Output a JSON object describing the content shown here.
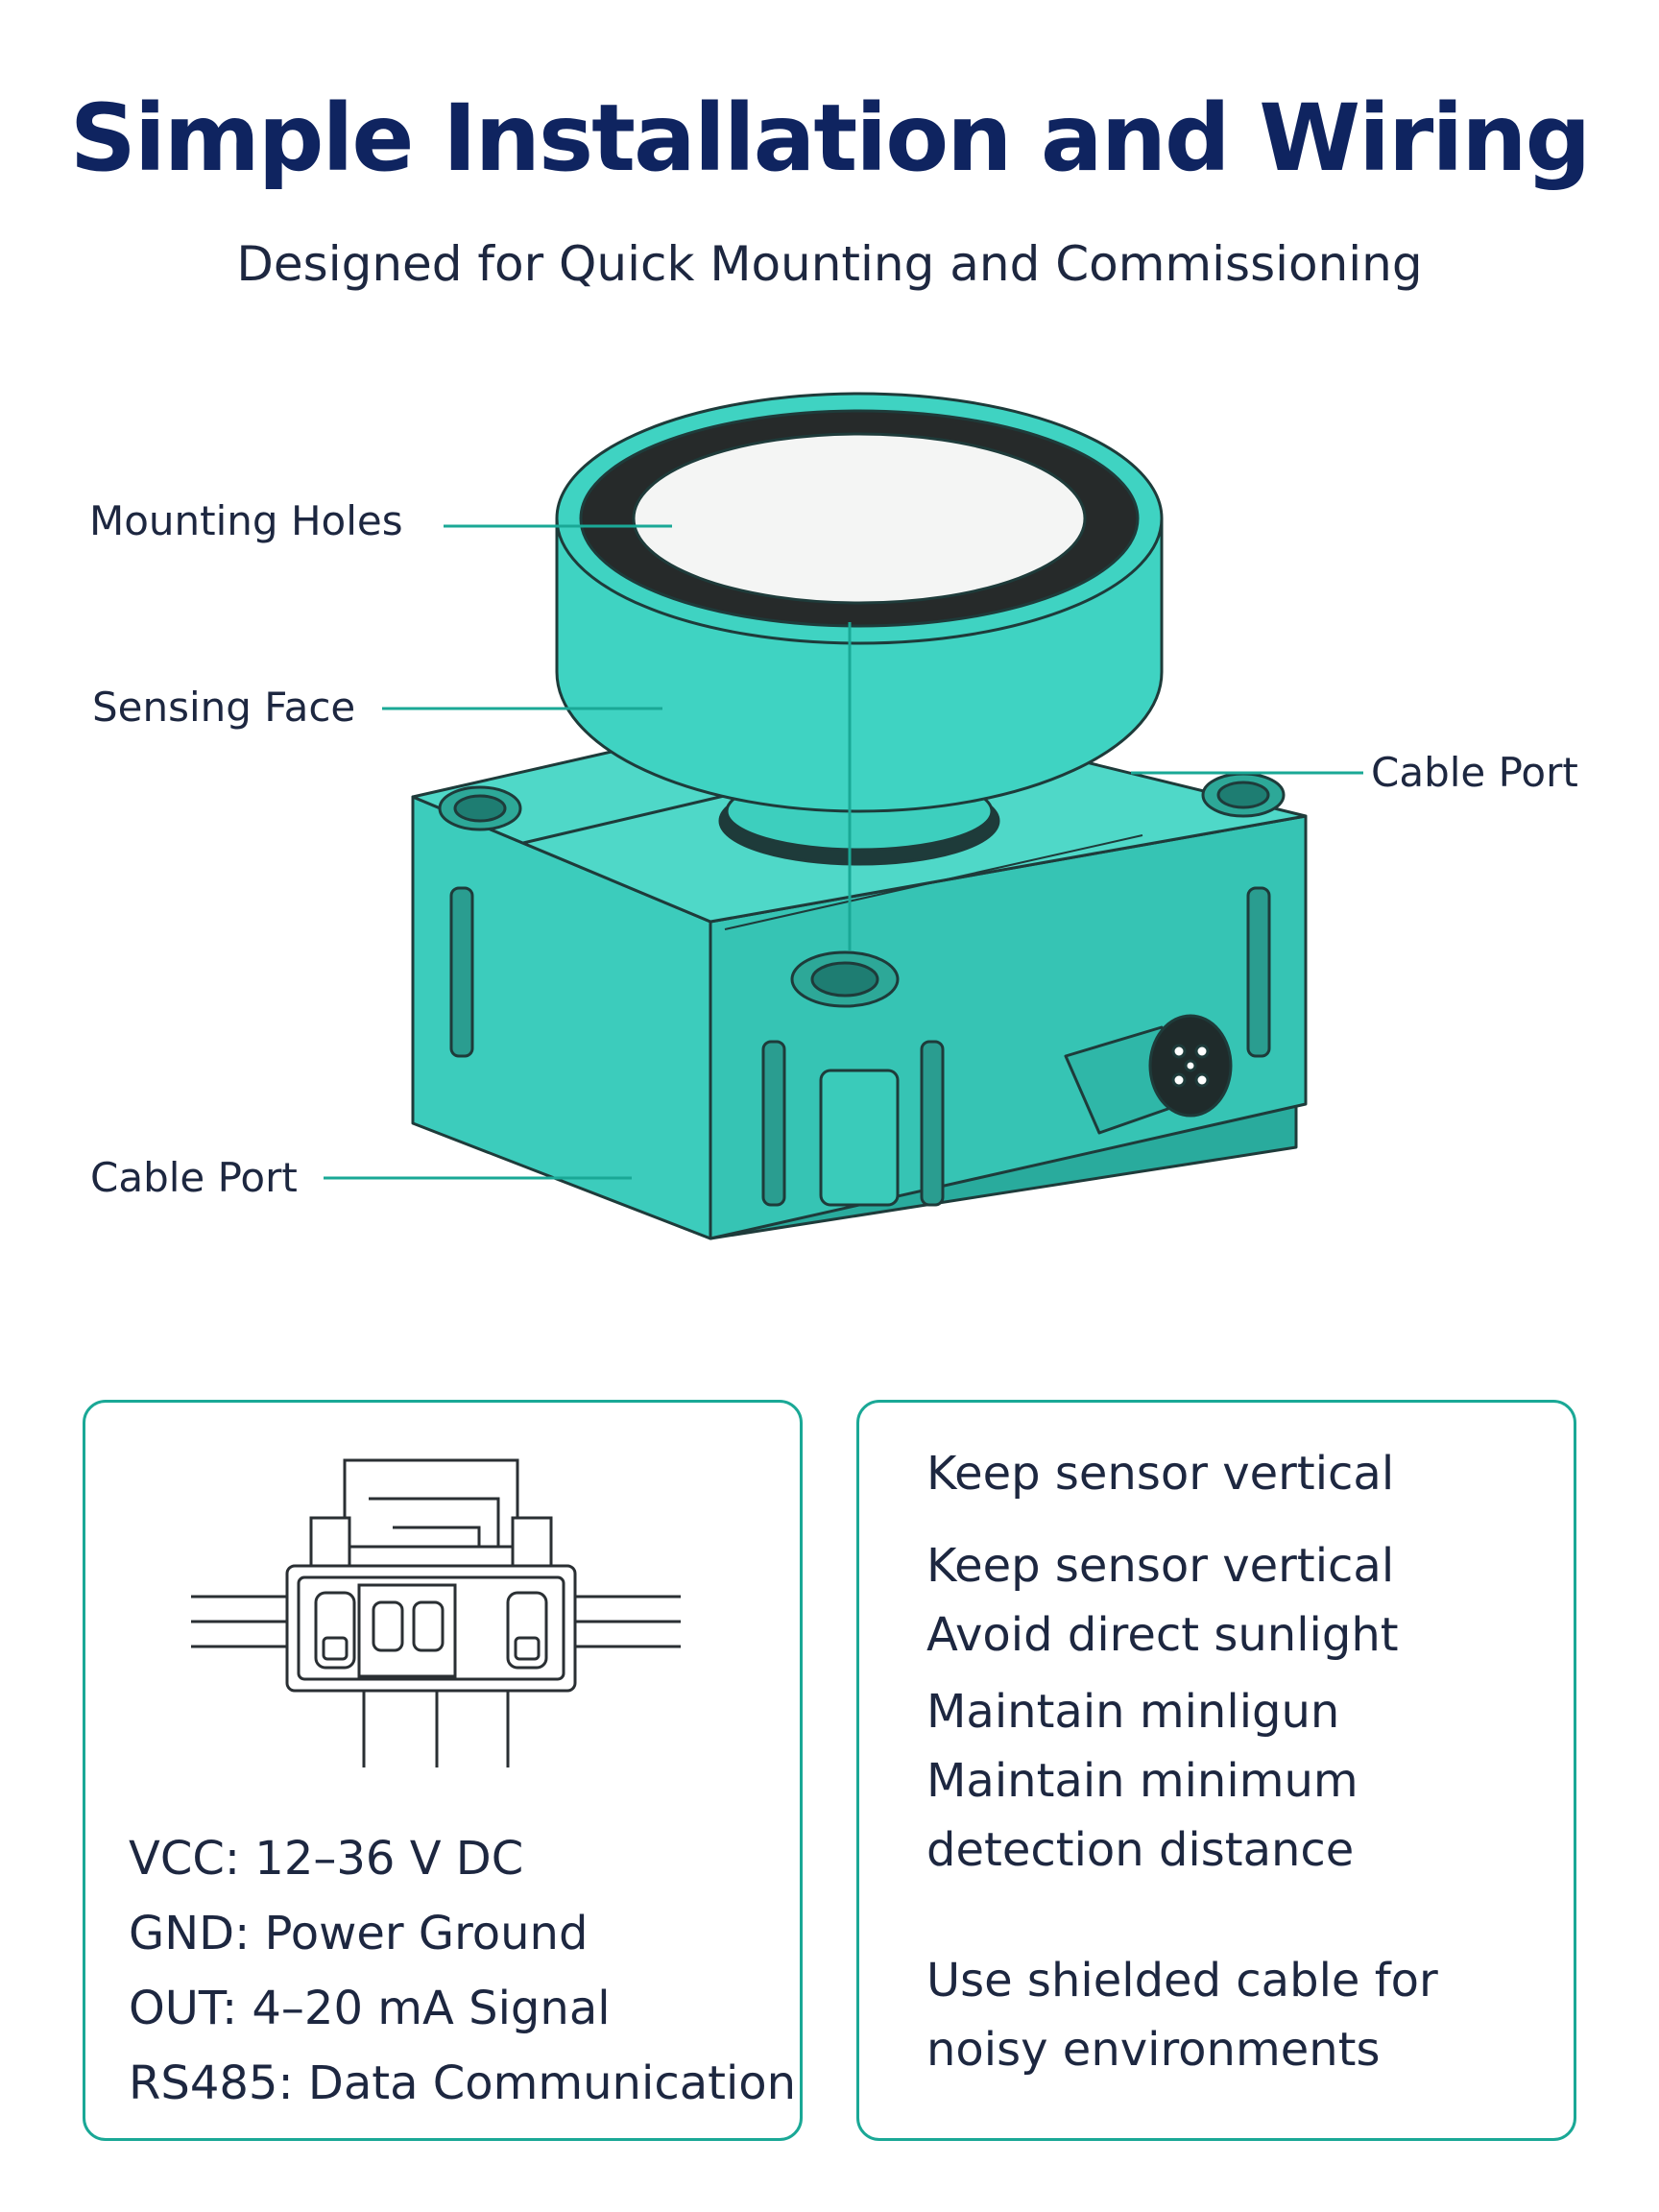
{
  "header": {
    "title": "Simple Installation and Wiring",
    "subtitle": "Designed for Quick Mounting and Commissioning"
  },
  "diagram": {
    "callouts": {
      "mounting_holes": "Mounting Holes",
      "sensing_face": "Sensing Face",
      "cable_port_right": "Cable Port",
      "cable_port_left": "Cable Port"
    },
    "colors": {
      "body": "#34c9b8",
      "body_dark": "#249e91",
      "outline": "#1e3b3a",
      "accent": "#1aa896",
      "title": "#0f2460"
    }
  },
  "wiring_card": {
    "icon": "connector-icon",
    "pins": [
      "VCC: 12–36 V DC",
      "GND: Power Ground",
      "OUT: 4–20 mA Signal",
      "RS485: Data Communication"
    ]
  },
  "tips_card": {
    "lines": [
      "Keep sensor vertical",
      "Keep sensor vertical",
      "Avoid direct sunlight",
      "Maintain minligun",
      "Maintain minimum",
      "detection distance",
      "Use shielded cable for",
      "noisy environments"
    ]
  }
}
